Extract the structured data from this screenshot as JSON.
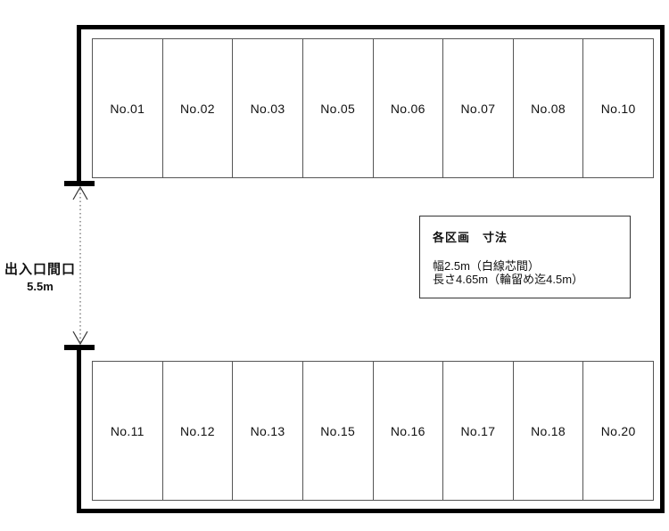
{
  "parking_lot": {
    "top_row": [
      "No.01",
      "No.02",
      "No.03",
      "No.05",
      "No.06",
      "No.07",
      "No.08",
      "No.10"
    ],
    "bottom_row": [
      "No.11",
      "No.12",
      "No.13",
      "No.15",
      "No.16",
      "No.17",
      "No.18",
      "No.20"
    ],
    "entrance": {
      "label": "出入口間口",
      "dimension": "5.5m"
    },
    "spec_box": {
      "title": "各区画　寸法",
      "width_note": "幅2.5m（白線芯間）",
      "length_note": "長さ4.65m（輪留め迄4.5m）"
    },
    "colors": {
      "outline": "#000000",
      "stall_line": "#555555",
      "dimension_line": "#666666",
      "text": "#111111"
    }
  }
}
